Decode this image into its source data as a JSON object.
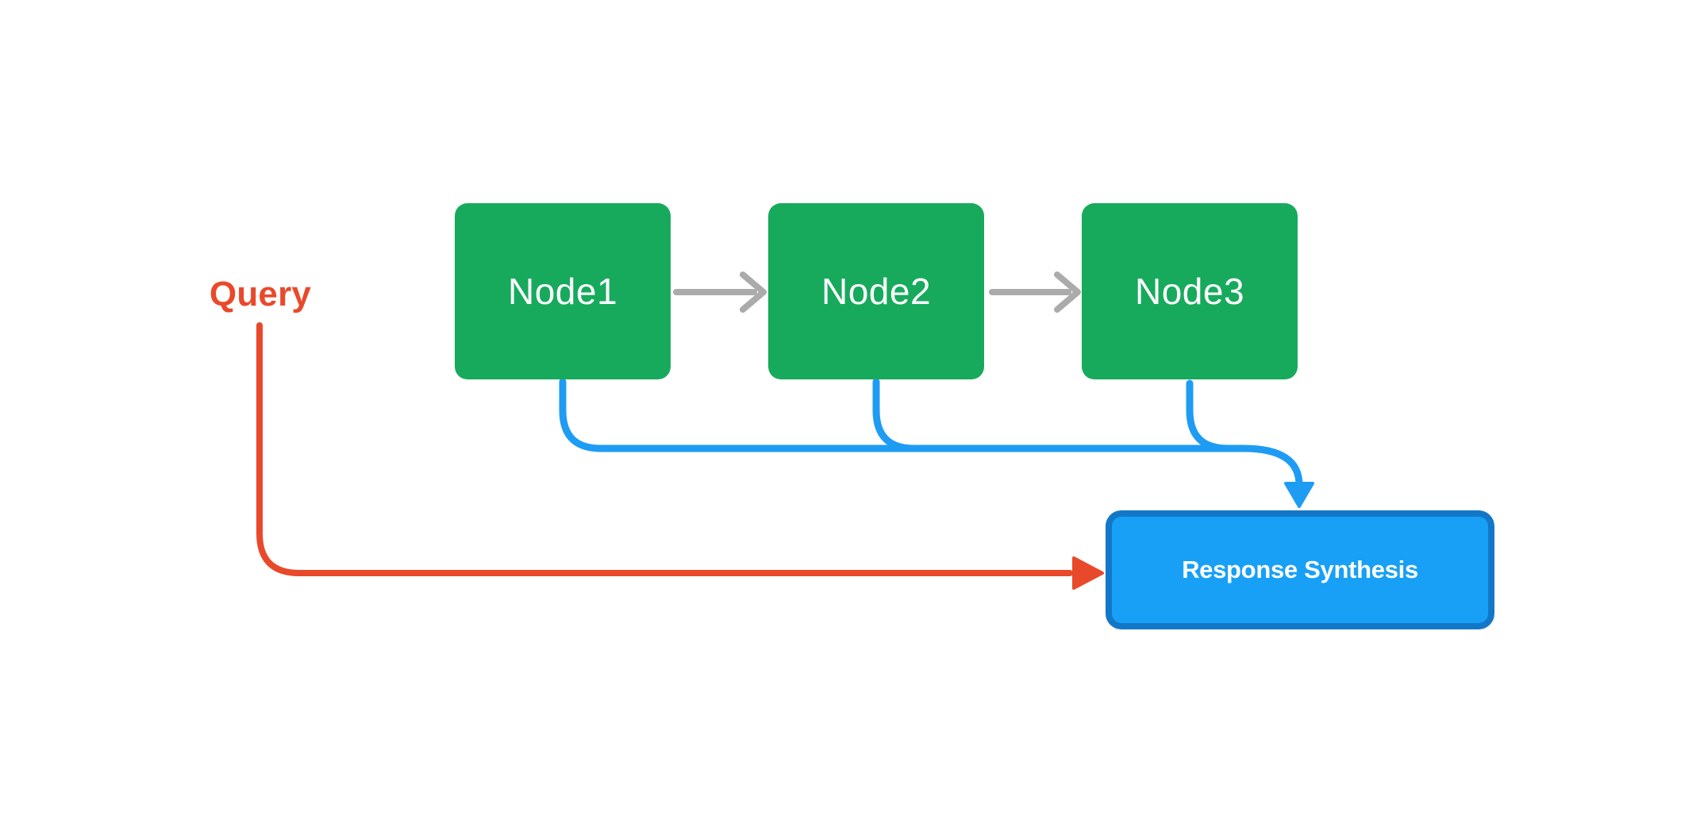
{
  "diagram": {
    "query_label": "Query",
    "nodes": [
      {
        "label": "Node1"
      },
      {
        "label": "Node2"
      },
      {
        "label": "Node3"
      }
    ],
    "response_box": {
      "label": "Response Synthesis"
    },
    "connections": [
      {
        "from": "Node1",
        "to": "Node2",
        "style": "gray-arrow"
      },
      {
        "from": "Node2",
        "to": "Node3",
        "style": "gray-arrow"
      },
      {
        "from": "Node1",
        "to": "Response Synthesis",
        "style": "blue-curve"
      },
      {
        "from": "Node2",
        "to": "Response Synthesis",
        "style": "blue-curve"
      },
      {
        "from": "Node3",
        "to": "Response Synthesis",
        "style": "blue-curve"
      },
      {
        "from": "Query",
        "to": "Response Synthesis",
        "style": "red-arrow"
      }
    ]
  },
  "colors": {
    "node-green": "#17AA5C",
    "node-text": "#FFFFFF",
    "flow-blue": "#1E9CF4",
    "response-fill": "#18A0F6",
    "response-border": "#1377C8",
    "query-red": "#E9492B",
    "step-arrow-gray": "#ABABAB",
    "background": "#FFFFFF"
  }
}
